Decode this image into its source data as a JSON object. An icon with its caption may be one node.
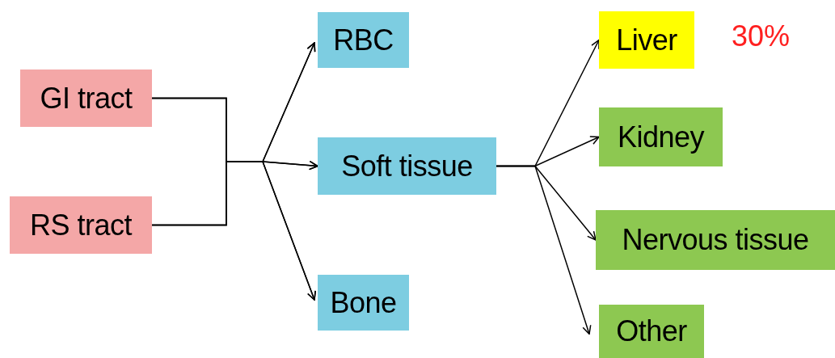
{
  "diagram": {
    "nodes": [
      {
        "text": [
          "GI tract"
        ]
      },
      {
        "text": [
          "RS tract"
        ]
      },
      {
        "text": [
          "RBC"
        ]
      },
      {
        "text": [
          "Soft tissue"
        ]
      },
      {
        "text": [
          "Bone"
        ]
      },
      {
        "text": [
          "Liver"
        ],
        "beside": [
          "30%"
        ]
      },
      {
        "text": [
          "Kidney"
        ]
      },
      {
        "text": [
          "Nervous tissue"
        ]
      },
      {
        "text": [
          "Other"
        ]
      }
    ],
    "edges": [
      {
        "from": 0,
        "to": 2,
        "arrow": "to"
      },
      {
        "from": 0,
        "to": 3,
        "arrow": "to"
      },
      {
        "from": 0,
        "to": 4,
        "arrow": "to"
      },
      {
        "from": 1,
        "to": 2,
        "arrow": "to"
      },
      {
        "from": 1,
        "to": 3,
        "arrow": "to"
      },
      {
        "from": 1,
        "to": 4,
        "arrow": "to"
      },
      {
        "from": 3,
        "to": 5,
        "arrow": "to"
      },
      {
        "from": 3,
        "to": 6,
        "arrow": "to"
      },
      {
        "from": 3,
        "to": 7,
        "arrow": "to"
      },
      {
        "from": 3,
        "to": 8,
        "arrow": "to"
      }
    ]
  }
}
